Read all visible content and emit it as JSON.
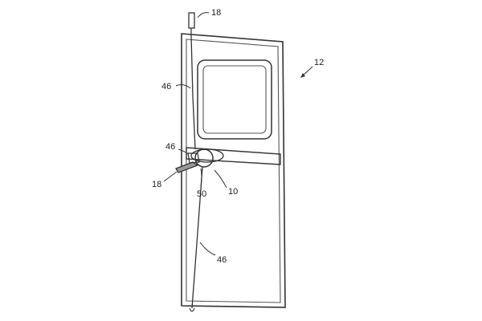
{
  "figure": {
    "colors": {
      "ink": "#333333",
      "light_ink": "#555555",
      "shade": "#9a9a9a",
      "background": "#ffffff"
    },
    "labels": {
      "antenna_top": "18",
      "door": "12",
      "cable_upper": "46",
      "cable_mid": "46",
      "handle": "18",
      "device": "50",
      "lock": "10",
      "cable_lower": "46"
    }
  }
}
